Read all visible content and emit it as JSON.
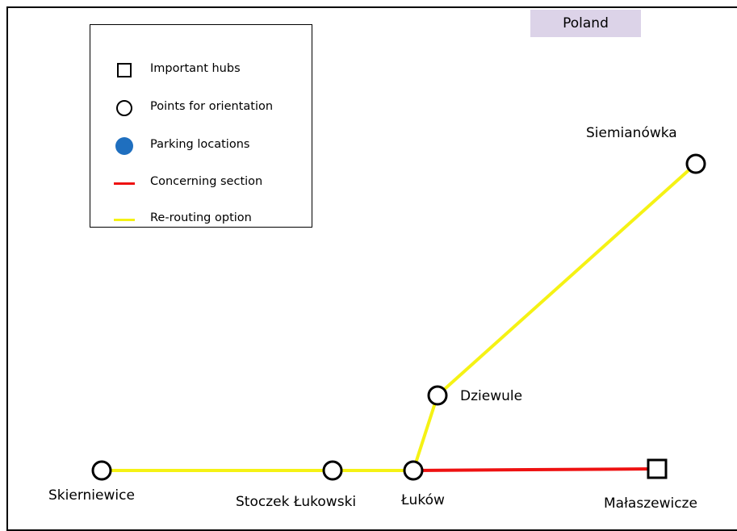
{
  "country": {
    "label": "Poland",
    "color": "#dcd3e8"
  },
  "legend": {
    "items": [
      {
        "symbol": "square",
        "label": "Important hubs"
      },
      {
        "symbol": "circle",
        "label": "Points for orientation"
      },
      {
        "symbol": "dot",
        "label": "Parking locations",
        "color": "#1f6fbf"
      },
      {
        "symbol": "line",
        "label": "Concerning section",
        "color": "#ee1111"
      },
      {
        "symbol": "line",
        "label": "Re-routing option",
        "color": "#f5f214"
      }
    ]
  },
  "stations": {
    "skierniewice": {
      "label": "Skierniewice",
      "type": "point"
    },
    "stoczek": {
      "label": "Stoczek Łukowski",
      "type": "point"
    },
    "lukow": {
      "label": "Łuków",
      "type": "point"
    },
    "malaszewicze": {
      "label": "Małaszewicze",
      "type": "hub"
    },
    "dziewule": {
      "label": "Dziewule",
      "type": "point"
    },
    "siemianowka": {
      "label": "Siemianówka",
      "type": "point"
    }
  },
  "routes": [
    {
      "name": "re-routing-skierniewice-stoczek",
      "from": "skierniewice",
      "to": "stoczek",
      "kind": "re-routing"
    },
    {
      "name": "re-routing-stoczek-lukow",
      "from": "stoczek",
      "to": "lukow",
      "kind": "re-routing"
    },
    {
      "name": "re-routing-lukow-dziewule",
      "from": "lukow",
      "to": "dziewule",
      "kind": "re-routing"
    },
    {
      "name": "re-routing-dziewule-siemianowka",
      "from": "dziewule",
      "to": "siemianowka",
      "kind": "re-routing"
    },
    {
      "name": "concerning-lukow-malaszewicze",
      "from": "lukow",
      "to": "malaszewicze",
      "kind": "concerning"
    }
  ]
}
